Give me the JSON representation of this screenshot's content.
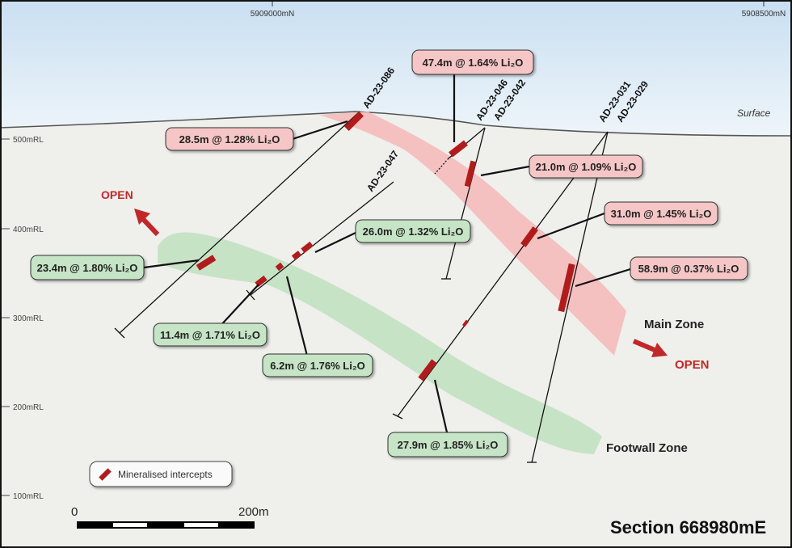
{
  "northings": [
    "5909000mN",
    "5908500mN"
  ],
  "surface_label": "Surface",
  "rl_labels": [
    "500mRL",
    "400mRL",
    "300mRL",
    "200mRL",
    "100mRL"
  ],
  "holes": [
    "AD-23-086",
    "AD-23-047",
    "AD-23-046",
    "AD-23-042",
    "AD-23-031",
    "AD-23-029"
  ],
  "callouts_main": [
    "47.4m @ 1.64% Li₂O",
    "28.5m @ 1.28% Li₂O",
    "21.0m @ 1.09% Li₂O",
    "31.0m @ 1.45% Li₂O",
    "58.9m @ 0.37% Li₂O"
  ],
  "callouts_footwall": [
    "23.4m @ 1.80% Li₂O",
    "26.0m @ 1.32% Li₂O",
    "11.4m @ 1.71% Li₂O",
    "6.2m @ 1.76% Li₂O",
    "27.9m @ 1.85% Li₂O"
  ],
  "open_label_left": "OPEN",
  "open_label_right": "OPEN",
  "main_zone_label": "Main Zone",
  "footwall_zone_label": "Footwall Zone",
  "legend_label": "Mineralised intercepts",
  "scale": {
    "start": "0",
    "end": "200m"
  },
  "section_title": "Section 668980mE",
  "colors": {
    "main_zone": "#f4b8b8",
    "footwall_zone": "#bfe0bf",
    "intercept": "#b01c1c",
    "open": "#c0282a"
  }
}
